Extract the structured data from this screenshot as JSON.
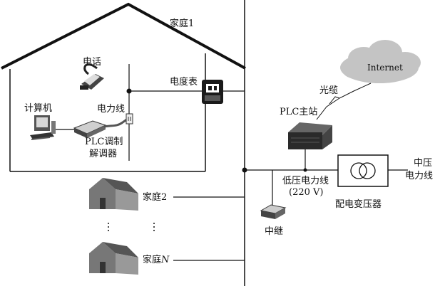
{
  "home1": "家庭1",
  "phone": "电话",
  "computer": "计算机",
  "power_line": "电力线",
  "plc_modem_1": "PLC调制",
  "plc_modem_2": "解调器",
  "meter": "电度表",
  "internet": "Internet",
  "fiber": "光缆",
  "plc_master": "PLC主站",
  "mv_line_1": "中压",
  "mv_line_2": "电力线",
  "lv_line_1": "低压电力线",
  "lv_line_2": "(220 V)",
  "transformer": "配电变压器",
  "home2": "家庭2",
  "homeN_prefix": "家庭",
  "homeN_var": "N",
  "relay": "中继",
  "ellipsis": "·  ·  ·",
  "colors": {
    "stroke": "#111111",
    "cloud": "#bfbfbf",
    "device": "#333333"
  }
}
